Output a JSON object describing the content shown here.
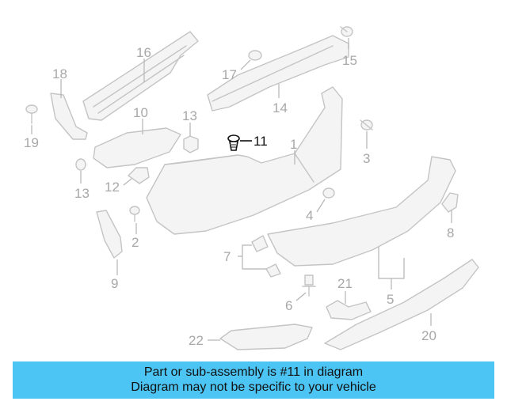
{
  "diagram": {
    "highlighted": "11",
    "colors": {
      "part_stroke": "#c4c4c4",
      "label": "#a8a8a8",
      "highlight": "#111111"
    },
    "callouts": [
      "16",
      "18",
      "17",
      "15",
      "10",
      "13",
      "14",
      "11",
      "1",
      "19",
      "3",
      "13",
      "12",
      "4",
      "2",
      "8",
      "7",
      "9",
      "6",
      "21",
      "5",
      "22",
      "20"
    ]
  },
  "banner": {
    "line1": "Part or sub-assembly is #11 in diagram",
    "line2": "Diagram may not be specific to your vehicle",
    "background": "#4cc4f4"
  }
}
